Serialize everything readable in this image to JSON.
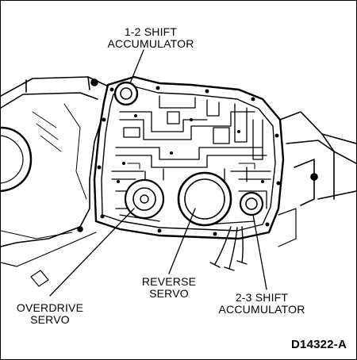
{
  "labels": {
    "shift_12_accumulator": {
      "line1": "1-2 SHIFT",
      "line2": "ACCUMULATOR"
    },
    "overdrive_servo": {
      "line1": "OVERDRIVE",
      "line2": "SERVO"
    },
    "reverse_servo": {
      "line1": "REVERSE",
      "line2": "SERVO"
    },
    "shift_23_accumulator": {
      "line1": "2-3 SHIFT",
      "line2": "ACCUMULATOR"
    }
  },
  "figure_code": "D14322-A",
  "colors": {
    "ink": "#000000",
    "paper": "#ffffff"
  }
}
